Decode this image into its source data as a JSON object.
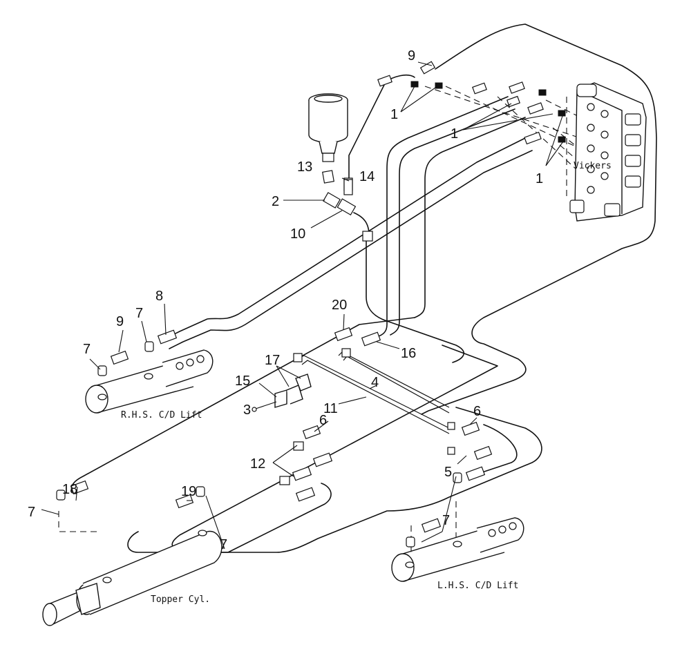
{
  "labels": {
    "vickers": "Vickers",
    "rhs_lift": "R.H.S. C/D Lift",
    "lhs_lift": "L.H.S. C/D Lift",
    "topper": "Topper Cyl."
  },
  "callouts": {
    "c1a": "1",
    "c1b": "1",
    "c1c": "1",
    "c2": "2",
    "c3": "3",
    "c4": "4",
    "c5": "5",
    "c6a": "6",
    "c6b": "6",
    "c7a": "7",
    "c7b": "7",
    "c7c": "7",
    "c7d": "7",
    "c7e": "7",
    "c8": "8",
    "c9a": "9",
    "c9b": "9",
    "c10": "10",
    "c11": "11",
    "c12": "12",
    "c13": "13",
    "c14": "14",
    "c15": "15",
    "c16": "16",
    "c17": "17",
    "c18": "18",
    "c19": "19",
    "c20": "20"
  }
}
